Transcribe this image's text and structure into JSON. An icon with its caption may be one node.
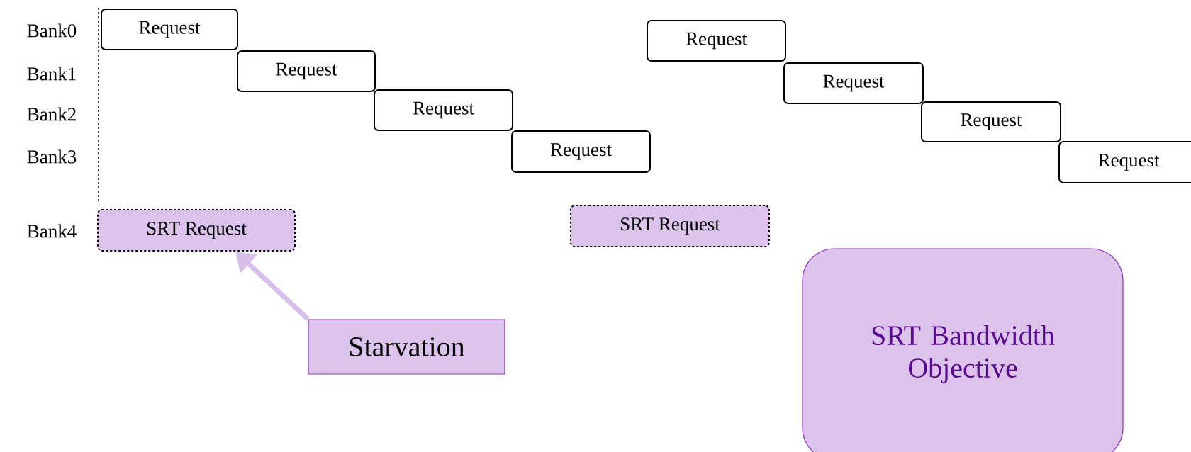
{
  "diagram": {
    "nodes": [
      {
        "text": [
          "Request"
        ]
      },
      {
        "text": [
          "Request"
        ]
      },
      {
        "text": [
          "Request"
        ]
      },
      {
        "text": [
          "Request"
        ]
      },
      {
        "text": [
          "SRT Request"
        ]
      },
      {
        "text": [
          "Request"
        ]
      },
      {
        "text": [
          "Request"
        ]
      },
      {
        "text": [
          "Request"
        ]
      },
      {
        "text": [
          "Request"
        ]
      },
      {
        "text": [
          "SRT Request"
        ]
      },
      {
        "text": [
          "Starvation"
        ]
      },
      {
        "text": [
          "SRT Bandwidth Objective"
        ]
      }
    ],
    "edges": [
      {
        "from": 10,
        "to": 4,
        "arrow": "to",
        "color": "#d6bfe8"
      }
    ],
    "labels": [
      "Bank0",
      "Bank1",
      "Bank2",
      "Bank3",
      "Bank4"
    ]
  }
}
